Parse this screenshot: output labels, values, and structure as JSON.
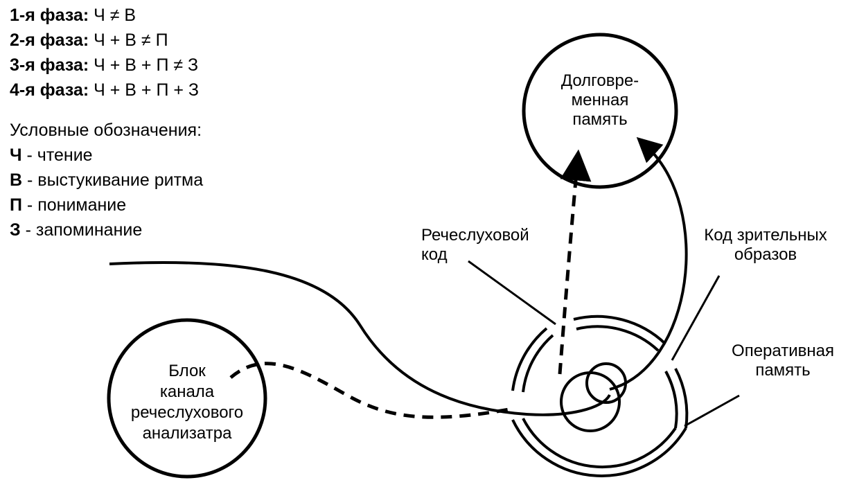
{
  "phases": [
    {
      "label": "1-я фаза:",
      "formula": "Ч ≠ В"
    },
    {
      "label": "2-я фаза:",
      "formula": "Ч + В ≠ П"
    },
    {
      "label": "3-я фаза:",
      "formula": "Ч + В + П ≠ З"
    },
    {
      "label": "4-я фаза:",
      "formula": "Ч + В + П + З"
    }
  ],
  "legend": {
    "title": "Условные обозначения:",
    "items": [
      {
        "key": "Ч",
        "text": "- чтение"
      },
      {
        "key": "В",
        "text": "- выстукивание ритма"
      },
      {
        "key": "П",
        "text": "- понимание"
      },
      {
        "key": "З",
        "text": "- запоминание"
      }
    ]
  },
  "nodes": {
    "long_term_memory": [
      "Долговре-",
      "менная",
      "память"
    ],
    "analyzer_block": [
      "Блок",
      "канала",
      "речеслухового",
      "анализатра"
    ],
    "auditory_code": [
      "Речеслуховой",
      "код"
    ],
    "visual_code": [
      "Код зрительных",
      "образов"
    ],
    "working_memory": [
      "Оперативная",
      "память"
    ]
  }
}
